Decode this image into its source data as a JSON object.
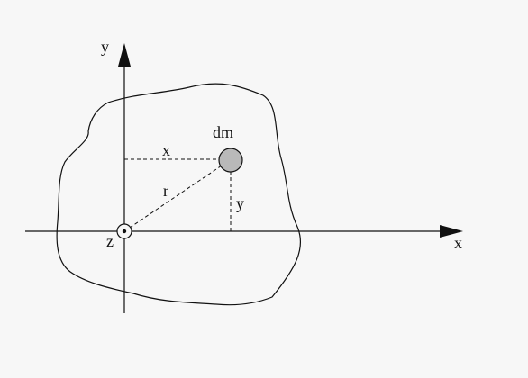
{
  "labels": {
    "y_axis": "y",
    "x_axis": "x",
    "z_axis": "z",
    "mass_element": "dm",
    "x_distance": "x",
    "y_distance": "y",
    "radius": "r"
  },
  "colors": {
    "stroke": "#111111",
    "mass_fill": "#b9b9b9",
    "background": "#f7f7f7"
  }
}
